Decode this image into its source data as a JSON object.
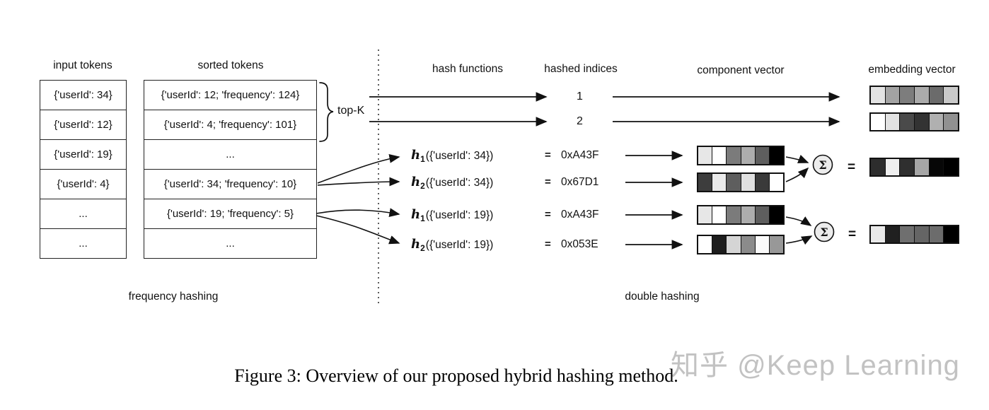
{
  "columns": {
    "input": {
      "title": "input tokens",
      "rows": [
        "{'userId': 34}",
        "{'userId': 12}",
        "{'userId': 19}",
        "{'userId': 4}",
        "...",
        "..."
      ]
    },
    "sorted": {
      "title": "sorted tokens",
      "rows": [
        "{'userId': 12; 'frequency': 124}",
        "{'userId': 4; 'frequency': 101}",
        "...",
        "{'userId': 34; 'frequency': 10}",
        "{'userId': 19; 'frequency': 5}",
        "..."
      ]
    }
  },
  "topk_label": "top-K",
  "headers": {
    "hash_functions": "hash functions",
    "hashed_indices": "hashed indices",
    "component_vector": "component vector",
    "embedding_vector": "embedding vector"
  },
  "indices": [
    "1",
    "2"
  ],
  "hash_rows": [
    {
      "fn": "h",
      "sub": "1",
      "arg": "({'userId': 34})",
      "eq": "=",
      "value": "0xA43F"
    },
    {
      "fn": "h",
      "sub": "2",
      "arg": "({'userId': 34})",
      "eq": "=",
      "value": "0x67D1"
    },
    {
      "fn": "h",
      "sub": "1",
      "arg": "({'userId': 19})",
      "eq": "=",
      "value": "0xA43F"
    },
    {
      "fn": "h",
      "sub": "2",
      "arg": "({'userId': 19})",
      "eq": "=",
      "value": "0x053E"
    }
  ],
  "sigma": "Σ",
  "equals": "=",
  "vectors": {
    "embedding_index_1": [
      "#e3e3e3",
      "#a3a3a3",
      "#7d7d7d",
      "#ababab",
      "#6b6b6b",
      "#c9c9c9"
    ],
    "embedding_index_2": [
      "#ffffff",
      "#e2e2e2",
      "#4a4a4a",
      "#333333",
      "#b0b0b0",
      "#919191"
    ],
    "component_h1_34": [
      "#e7e7e7",
      "#ffffff",
      "#7b7b7b",
      "#adadad",
      "#5e5e5e",
      "#000000"
    ],
    "component_h2_34": [
      "#3d3d3d",
      "#eaeaea",
      "#5e5e5e",
      "#e0e0e0",
      "#3a3a3a",
      "#ffffff"
    ],
    "component_h1_19": [
      "#e7e7e7",
      "#ffffff",
      "#7b7b7b",
      "#adadad",
      "#5e5e5e",
      "#000000"
    ],
    "component_h2_19": [
      "#ffffff",
      "#1d1d1d",
      "#d5d5d5",
      "#8b8b8b",
      "#fafafa",
      "#989898"
    ],
    "sum_34": [
      "#2d2d2d",
      "#efefef",
      "#2f2f2f",
      "#a6a6a6",
      "#070707",
      "#000000"
    ],
    "sum_19": [
      "#e9e9e9",
      "#202020",
      "#6f6f6f",
      "#656565",
      "#6c6c6c",
      "#000000"
    ]
  },
  "section_labels": {
    "left": "frequency hashing",
    "right": "double hashing"
  },
  "caption": "Figure 3: Overview of our proposed hybrid hashing method.",
  "watermark": "知乎 @Keep Learning"
}
